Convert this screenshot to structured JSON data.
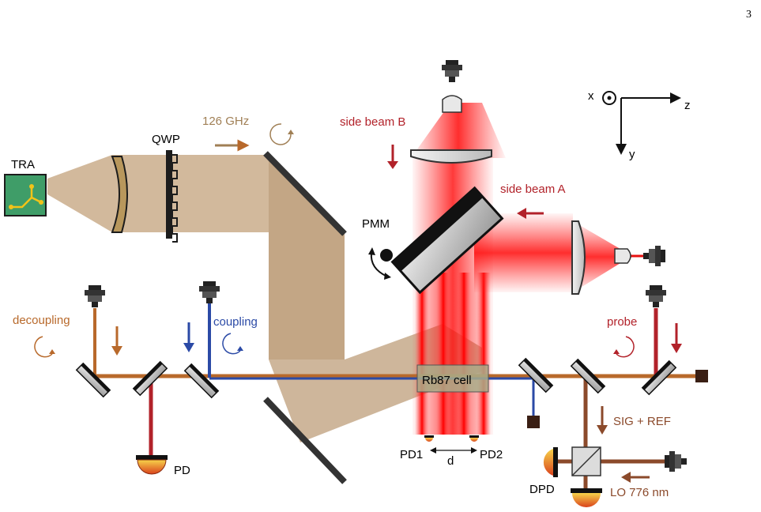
{
  "page_number": "3",
  "colors": {
    "thz": "#a07f55",
    "thz_fill": "#c7a883",
    "red_beam": "#e8100f",
    "dark_red": "#b2222a",
    "orange": "#b8692b",
    "blue": "#2b4aa6",
    "brown": "#8b4a2b",
    "black": "#1b1b1b"
  },
  "labels": {
    "tra": "TRA",
    "qwp": "QWP",
    "thz_freq": "126 GHz",
    "side_beam_b": "side beam B",
    "side_beam_a": "side beam A",
    "pmm": "PMM",
    "decoupling": "decoupling",
    "coupling": "coupling",
    "probe": "probe",
    "rb_cell": "Rb87 cell",
    "pd": "PD",
    "pd1": "PD1",
    "pd2": "PD2",
    "d": "d",
    "sig_ref": "SIG + REF",
    "dpd": "DPD",
    "lo": "LO 776 nm"
  },
  "axes": {
    "x": "x",
    "y": "y",
    "z": "z"
  },
  "icons": [
    "fiber-coupler-icon",
    "photodiode-icon",
    "mirror-icon",
    "beam-dump-icon",
    "lens-icon",
    "polarization-arrow-icon",
    "beam-splitter-cube-icon",
    "terahertz-source-icon"
  ]
}
